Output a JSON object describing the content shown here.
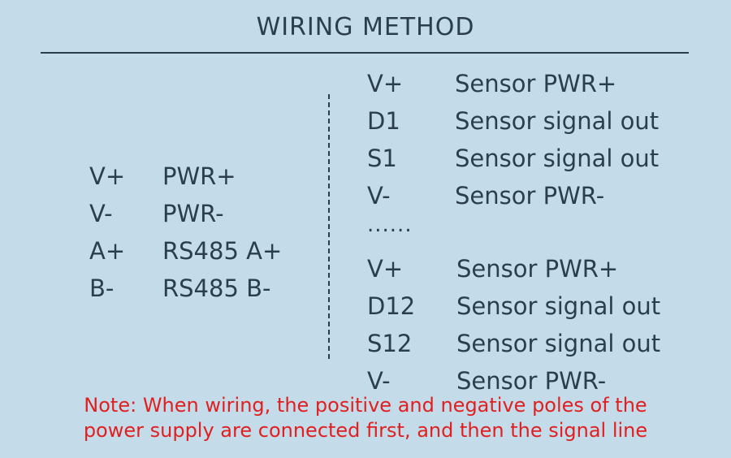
{
  "title": "WIRING METHOD",
  "left_pins": [
    {
      "pin": "V+",
      "desc": "PWR+"
    },
    {
      "pin": "V-",
      "desc": "PWR-"
    },
    {
      "pin": "A+",
      "desc": "RS485 A+"
    },
    {
      "pin": "B-",
      "desc": "RS485 B-"
    }
  ],
  "right_pins_group1": [
    {
      "pin": "V+",
      "desc": "Sensor PWR+"
    },
    {
      "pin": "D1",
      "desc": "Sensor signal out"
    },
    {
      "pin": "S1",
      "desc": "Sensor signal out"
    },
    {
      "pin": "V-",
      "desc": "Sensor PWR-"
    }
  ],
  "ellipsis": "......",
  "right_pins_group2": [
    {
      "pin": "V+",
      "desc": "Sensor PWR+"
    },
    {
      "pin": "D12",
      "desc": "Sensor signal out"
    },
    {
      "pin": "S12",
      "desc": "Sensor signal out"
    },
    {
      "pin": "V-",
      "desc": "Sensor PWR-"
    }
  ],
  "note": {
    "line1": "Note: When wiring, the positive and negative poles of the",
    "line2": "power supply are connected first, and then the signal line"
  }
}
